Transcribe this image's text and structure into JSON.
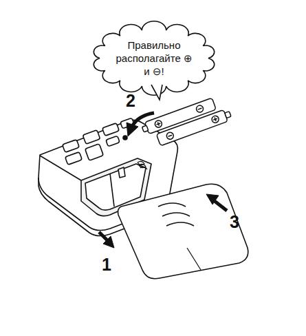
{
  "diagram": {
    "nodes": [
      {
        "text": [
          "Правильно располагайте ⊕ и ⊖!"
        ]
      }
    ],
    "labels": [
      "2",
      "3",
      "1"
    ]
  }
}
